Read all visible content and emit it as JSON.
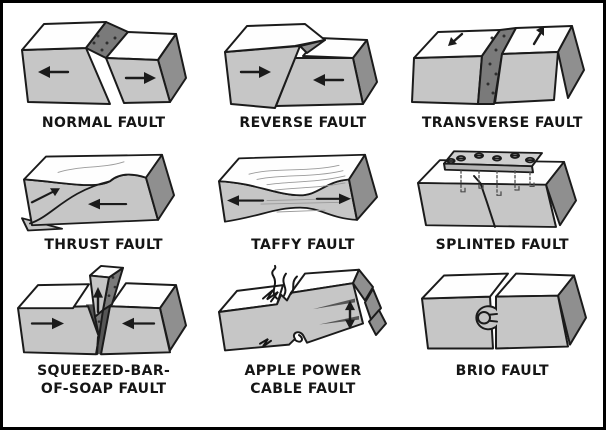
{
  "colors": {
    "background": "#ffffff",
    "frame": "#000000",
    "outline": "#1b1b1b",
    "block_front": "#c6c6c6",
    "block_top": "#fefefe",
    "block_side": "#8f8f8f",
    "fault_speckle": "#7a7a7a",
    "plate": "#cfcfcf",
    "plate_edge": "#b5b5b5"
  },
  "panels": [
    {
      "label": "NORMAL FAULT"
    },
    {
      "label": "REVERSE FAULT"
    },
    {
      "label": "TRANSVERSE FAULT"
    },
    {
      "label": "THRUST FAULT"
    },
    {
      "label": "TAFFY FAULT"
    },
    {
      "label": "SPLINTED FAULT"
    },
    {
      "label": "SQUEEZED-BAR-\nOF-SOAP FAULT"
    },
    {
      "label": "APPLE POWER\nCABLE FAULT"
    },
    {
      "label": "BRIO FAULT"
    }
  ]
}
